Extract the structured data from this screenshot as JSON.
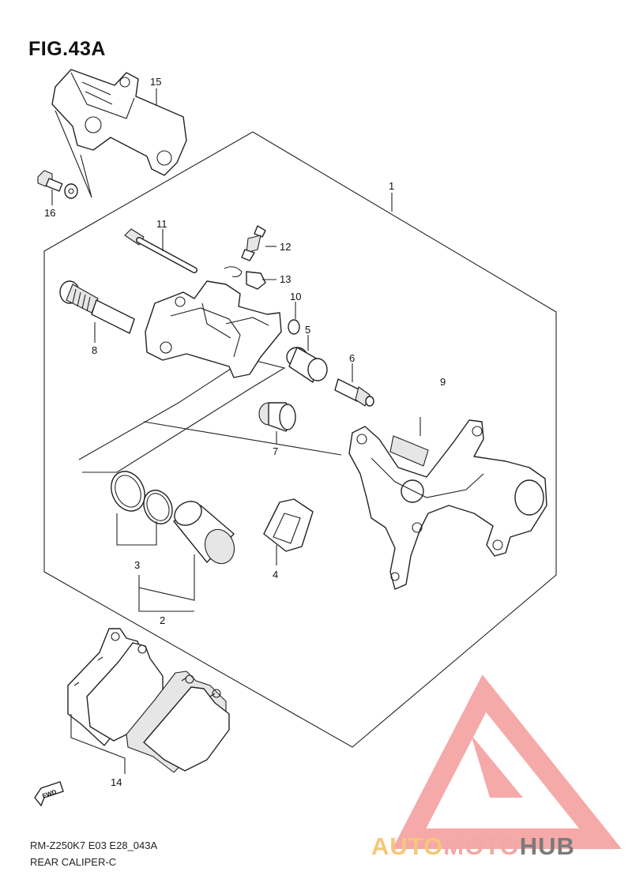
{
  "figure": {
    "title": "FIG.43A",
    "code": "RM-Z250K7 E03 E28_043A",
    "caption": "REAR CALIPER-C",
    "direction_label": "FWD"
  },
  "callouts": [
    {
      "id": "c1",
      "label": "1"
    },
    {
      "id": "c2",
      "label": "2"
    },
    {
      "id": "c3",
      "label": "3"
    },
    {
      "id": "c4",
      "label": "4"
    },
    {
      "id": "c5",
      "label": "5"
    },
    {
      "id": "c6",
      "label": "6"
    },
    {
      "id": "c7",
      "label": "7"
    },
    {
      "id": "c8",
      "label": "8"
    },
    {
      "id": "c9",
      "label": "9"
    },
    {
      "id": "c10",
      "label": "10"
    },
    {
      "id": "c11",
      "label": "11"
    },
    {
      "id": "c12",
      "label": "12"
    },
    {
      "id": "c13",
      "label": "13"
    },
    {
      "id": "c14",
      "label": "14"
    },
    {
      "id": "c15",
      "label": "15"
    },
    {
      "id": "c16",
      "label": "16"
    }
  ],
  "watermark": {
    "text": "AUTOMOTOHUB",
    "colors": {
      "triangle": "#f4a0a0",
      "auto": "#f6c67a",
      "moto": "#f3a7a7",
      "hub": "#7b7b7b"
    }
  }
}
